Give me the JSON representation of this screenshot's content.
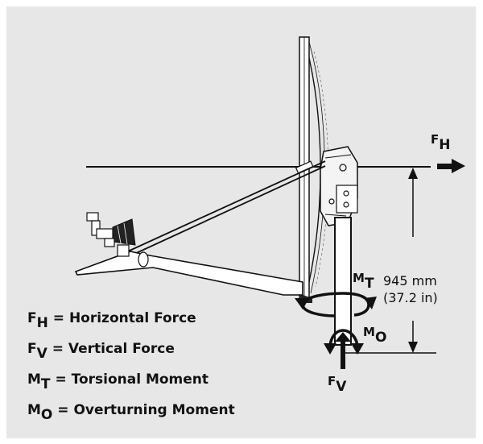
{
  "labels": {
    "fh": {
      "main": "F",
      "sub": "H"
    },
    "mt": {
      "main": "M",
      "sub": "T"
    },
    "mo": {
      "main": "M",
      "sub": "O"
    },
    "fv": {
      "main": "F",
      "sub": "V"
    }
  },
  "dimension": {
    "metric": "945 mm",
    "imperial": "(37.2 in)"
  },
  "legend": [
    {
      "sym": "F",
      "sub": "H",
      "text": " = Horizontal Force"
    },
    {
      "sym": "F",
      "sub": "V",
      "text": " = Vertical Force"
    },
    {
      "sym": "M",
      "sub": "T",
      "text": " = Torsional Moment"
    },
    {
      "sym": "M",
      "sub": "O",
      "text": " = Overturning Moment"
    }
  ],
  "colors": {
    "background": "#e7e7e7",
    "line": "#111111"
  }
}
